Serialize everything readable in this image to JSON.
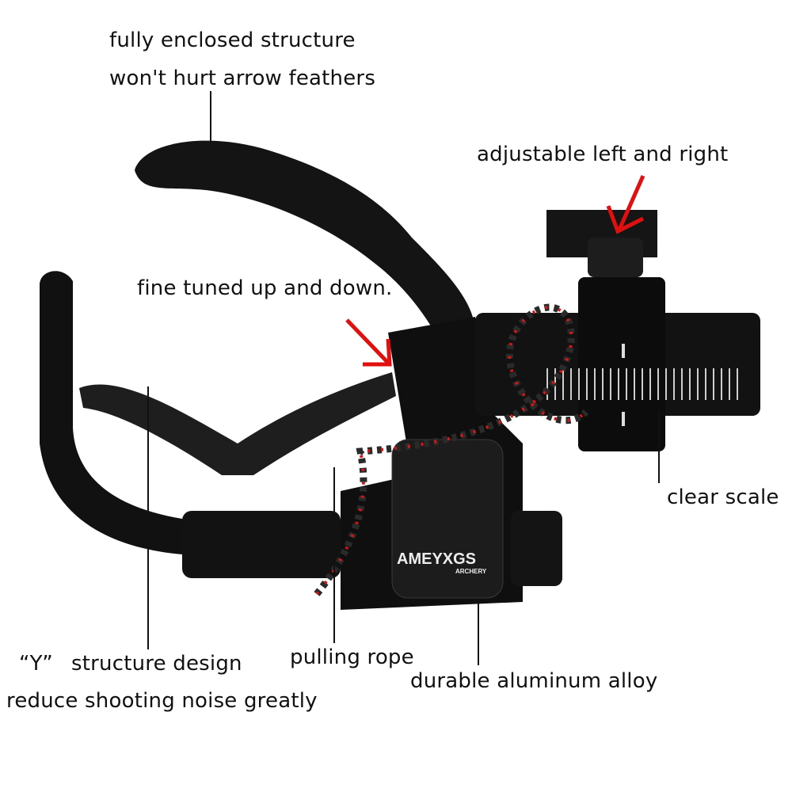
{
  "labels": {
    "enclosed_1": "fully enclosed structure",
    "enclosed_2": "won't hurt arrow feathers",
    "adjustable": "adjustable left and right",
    "fine_tuned": "fine tuned up and down.",
    "clear_scale": "clear scale",
    "y_quote": "“Y”",
    "y_structure": "structure design",
    "noise": "reduce shooting noise greatly",
    "rope": "pulling rope",
    "alloy": "durable aluminum alloy"
  },
  "logo": {
    "brand": "AMEYXGS",
    "sub": "ARCHERY"
  },
  "colors": {
    "body": "#111111",
    "arrow": "#e01010",
    "rope_accent": "#d01818",
    "text": "#111111"
  }
}
